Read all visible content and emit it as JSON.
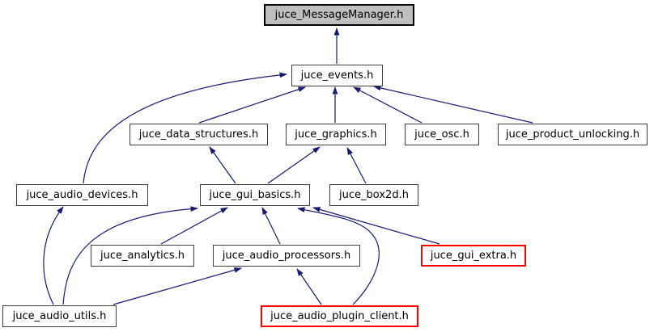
{
  "diagram": {
    "kind": "doxygen-included-by-graph",
    "root_file": "juce_MessageManager.h"
  },
  "colors": {
    "edge": "#191970",
    "node_border": "#3d3d3d",
    "node_fill": "#ffffff",
    "current_node_fill": "#bfbfbf",
    "current_node_border": "#000000",
    "truncated_node_border": "#ff0000",
    "text": "#000000",
    "background": "#ffffff"
  },
  "nodes": {
    "message_manager": {
      "label": "juce_MessageManager.h",
      "style": "current"
    },
    "events": {
      "label": "juce_events.h",
      "style": "normal"
    },
    "data_structures": {
      "label": "juce_data_structures.h",
      "style": "normal"
    },
    "graphics": {
      "label": "juce_graphics.h",
      "style": "normal"
    },
    "osc": {
      "label": "juce_osc.h",
      "style": "normal"
    },
    "product_unlocking": {
      "label": "juce_product_unlocking.h",
      "style": "normal"
    },
    "audio_devices": {
      "label": "juce_audio_devices.h",
      "style": "normal"
    },
    "gui_basics": {
      "label": "juce_gui_basics.h",
      "style": "normal"
    },
    "box2d": {
      "label": "juce_box2d.h",
      "style": "normal"
    },
    "analytics": {
      "label": "juce_analytics.h",
      "style": "normal"
    },
    "audio_processors": {
      "label": "juce_audio_processors.h",
      "style": "normal"
    },
    "gui_extra": {
      "label": "juce_gui_extra.h",
      "style": "red"
    },
    "audio_utils": {
      "label": "juce_audio_utils.h",
      "style": "normal"
    },
    "audio_plugin_client": {
      "label": "juce_audio_plugin_client.h",
      "style": "red"
    }
  },
  "edges": [
    {
      "from": "juce_events.h",
      "to": "juce_MessageManager.h"
    },
    {
      "from": "juce_audio_devices.h",
      "to": "juce_events.h"
    },
    {
      "from": "juce_data_structures.h",
      "to": "juce_events.h"
    },
    {
      "from": "juce_graphics.h",
      "to": "juce_events.h"
    },
    {
      "from": "juce_osc.h",
      "to": "juce_events.h"
    },
    {
      "from": "juce_product_unlocking.h",
      "to": "juce_events.h"
    },
    {
      "from": "juce_gui_basics.h",
      "to": "juce_data_structures.h"
    },
    {
      "from": "juce_gui_basics.h",
      "to": "juce_graphics.h"
    },
    {
      "from": "juce_box2d.h",
      "to": "juce_graphics.h"
    },
    {
      "from": "juce_analytics.h",
      "to": "juce_gui_basics.h"
    },
    {
      "from": "juce_audio_processors.h",
      "to": "juce_gui_basics.h"
    },
    {
      "from": "juce_gui_extra.h",
      "to": "juce_gui_basics.h"
    },
    {
      "from": "juce_audio_plugin_client.h",
      "to": "juce_gui_basics.h"
    },
    {
      "from": "juce_audio_plugin_client.h",
      "to": "juce_audio_processors.h"
    },
    {
      "from": "juce_audio_utils.h",
      "to": "juce_audio_processors.h"
    },
    {
      "from": "juce_audio_utils.h",
      "to": "juce_gui_basics.h"
    },
    {
      "from": "juce_audio_utils.h",
      "to": "juce_audio_devices.h"
    }
  ]
}
